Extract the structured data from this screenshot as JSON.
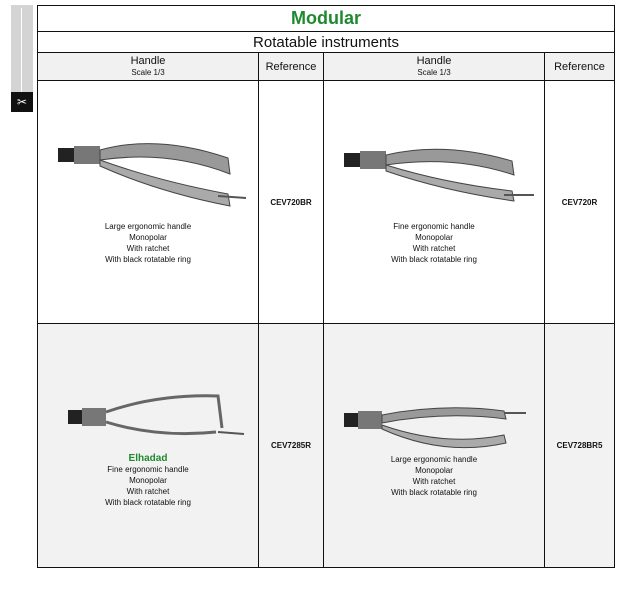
{
  "side_tab": {
    "icon": "scissors-icon"
  },
  "title": "Modular",
  "subtitle": "Rotatable instruments",
  "headers": {
    "handle": "Handle",
    "scale": "Scale 1/3",
    "reference": "Reference"
  },
  "items": [
    {
      "name": "",
      "lines": [
        "Large ergonomic handle",
        "Monopolar",
        "With ratchet",
        "With black rotatable ring"
      ],
      "ref": "CEV720BR"
    },
    {
      "name": "",
      "lines": [
        "Fine ergonomic handle",
        "Monopolar",
        "With ratchet",
        "With black rotatable ring"
      ],
      "ref": "CEV720R"
    },
    {
      "name": "Elhadad",
      "lines": [
        "Fine ergonomic handle",
        "Monopolar",
        "With ratchet",
        "With black rotatable ring"
      ],
      "ref": "CEV7285R"
    },
    {
      "name": "",
      "lines": [
        "Large ergonomic handle",
        "Monopolar",
        "With ratchet",
        "With black rotatable ring"
      ],
      "ref": "CEV728BR5"
    }
  ]
}
